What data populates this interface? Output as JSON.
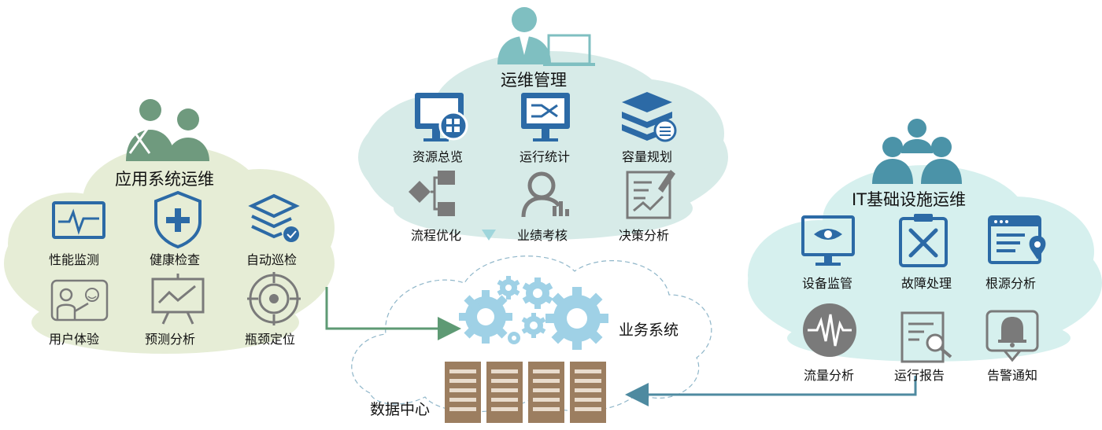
{
  "colors": {
    "cloud_left": "#e6edd6",
    "cloud_mid": "#d7ebe8",
    "cloud_right": "#d6f0ee",
    "icon_blue": "#2c6aa6",
    "icon_gray": "#7a7a7a",
    "person_green": "#6f9a7e",
    "person_teal": "#4b93a8",
    "gear_blue": "#9fd1e6",
    "server_brown": "#9c7e60",
    "arrow_green": "#5e9a74",
    "arrow_teal": "#4e8aa0"
  },
  "center": {
    "title": "运维管理",
    "items": [
      {
        "label": "资源总览",
        "icon": "monitor-grid-icon"
      },
      {
        "label": "运行统计",
        "icon": "flow-monitor-icon"
      },
      {
        "label": "容量规划",
        "icon": "layers-settings-icon"
      },
      {
        "label": "流程优化",
        "icon": "process-flow-icon"
      },
      {
        "label": "业绩考核",
        "icon": "person-chart-icon"
      },
      {
        "label": "决策分析",
        "icon": "document-pen-icon"
      }
    ]
  },
  "left": {
    "title": "应用系统运维",
    "items": [
      {
        "label": "性能监测",
        "icon": "heartbeat-monitor-icon"
      },
      {
        "label": "健康检查",
        "icon": "shield-plus-icon"
      },
      {
        "label": "自动巡检",
        "icon": "layers-check-icon"
      },
      {
        "label": "用户体验",
        "icon": "user-presentation-icon"
      },
      {
        "label": "预测分析",
        "icon": "trend-board-icon"
      },
      {
        "label": "瓶颈定位",
        "icon": "target-icon"
      }
    ]
  },
  "right": {
    "title": "IT基础设施运维",
    "items": [
      {
        "label": "设备监管",
        "icon": "eye-monitor-icon"
      },
      {
        "label": "故障处理",
        "icon": "repair-clipboard-icon"
      },
      {
        "label": "根源分析",
        "icon": "browser-pin-icon"
      },
      {
        "label": "流量分析",
        "icon": "waveform-icon"
      },
      {
        "label": "运行报告",
        "icon": "report-search-icon"
      },
      {
        "label": "告警通知",
        "icon": "bell-icon"
      }
    ]
  },
  "core": {
    "business": "业务系统",
    "datacenter": "数据中心"
  }
}
